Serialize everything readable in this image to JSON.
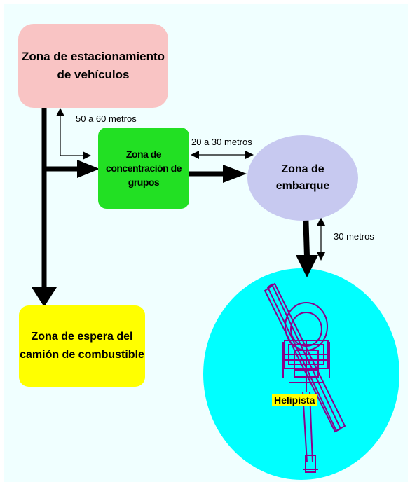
{
  "zones": {
    "parking": "Zona de estacionamiento de vehículos",
    "gathering": "Zona de concentración de grupos",
    "boarding": "Zona de embarque",
    "fuel": "Zona de espera del camión de combustible",
    "helipad": "Helipista"
  },
  "distances": {
    "parking_to_gathering": "50 a 60 metros",
    "gathering_to_boarding": "20 a 30 metros",
    "boarding_to_helipad": "30 metros"
  },
  "colors": {
    "background": "#f0ffff",
    "parking": "#f9c4c4",
    "gathering": "#22e023",
    "boarding": "#c7c9f0",
    "fuel": "#ffff00",
    "helipad": "#00ffff",
    "helicopter": "#8b008b",
    "label_highlight": "#ffff00"
  },
  "icons": {
    "helicopter": "helicopter-top-view-icon"
  }
}
